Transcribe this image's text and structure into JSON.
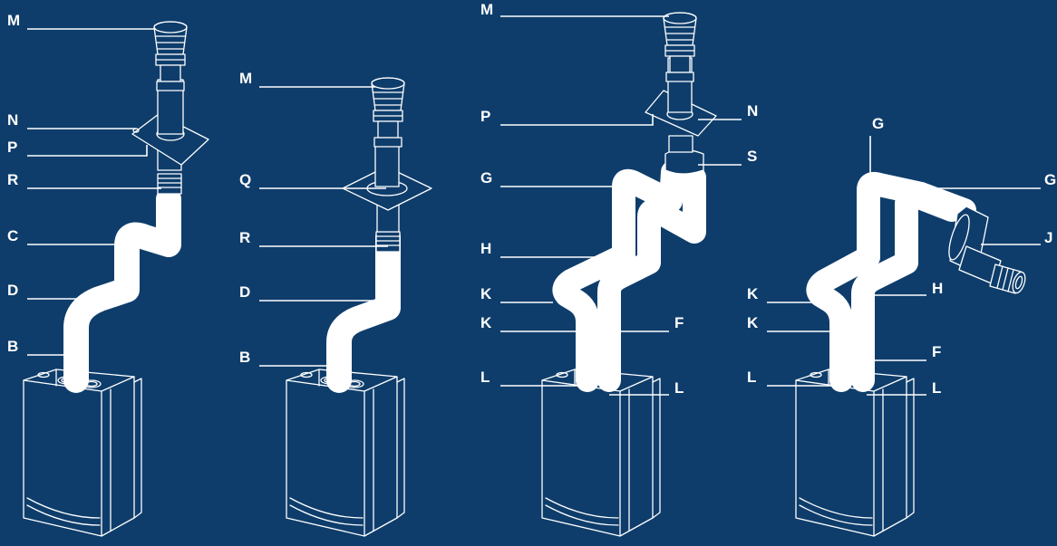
{
  "background": "#0e3d6b",
  "line_color": "#ffffff",
  "diagrams": [
    {
      "id": "d1",
      "labels": [
        {
          "key": "l1",
          "text": "M"
        },
        {
          "key": "l2",
          "text": "N"
        },
        {
          "key": "l3",
          "text": "P"
        },
        {
          "key": "l4",
          "text": "R"
        },
        {
          "key": "l5",
          "text": "C"
        },
        {
          "key": "l6",
          "text": "D"
        },
        {
          "key": "l7",
          "text": "B"
        }
      ]
    },
    {
      "id": "d2",
      "labels": [
        {
          "key": "l1",
          "text": "M"
        },
        {
          "key": "l2",
          "text": "Q"
        },
        {
          "key": "l3",
          "text": "R"
        },
        {
          "key": "l4",
          "text": "D"
        },
        {
          "key": "l5",
          "text": "B"
        }
      ]
    },
    {
      "id": "d3",
      "labels": [
        {
          "key": "l1",
          "text": "M"
        },
        {
          "key": "l2",
          "text": "P"
        },
        {
          "key": "l3",
          "text": "N"
        },
        {
          "key": "l4",
          "text": "S"
        },
        {
          "key": "l5",
          "text": "G"
        },
        {
          "key": "l6",
          "text": "H"
        },
        {
          "key": "l7",
          "text": "K"
        },
        {
          "key": "l8",
          "text": "K"
        },
        {
          "key": "l9",
          "text": "F"
        },
        {
          "key": "l10",
          "text": "L"
        },
        {
          "key": "l11",
          "text": "L"
        }
      ]
    },
    {
      "id": "d4",
      "labels": [
        {
          "key": "l1",
          "text": "G"
        },
        {
          "key": "l2",
          "text": "G"
        },
        {
          "key": "l3",
          "text": "J"
        },
        {
          "key": "l4",
          "text": "K"
        },
        {
          "key": "l5",
          "text": "H"
        },
        {
          "key": "l6",
          "text": "K"
        },
        {
          "key": "l7",
          "text": "F"
        },
        {
          "key": "l8",
          "text": "L"
        },
        {
          "key": "l9",
          "text": "L"
        }
      ]
    }
  ]
}
